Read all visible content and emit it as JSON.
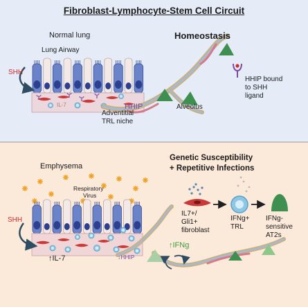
{
  "title": "Fibroblast-Lymphocyte-Stem Cell Circuit",
  "top_panel": {
    "condition": "Normal lung",
    "state": "Homeostasis",
    "airway_label": "Lung Airway",
    "shh_label": "SHH",
    "il7_label": "IL-7",
    "hhip_label": "HHIP",
    "niche_label_line1": "Adventitial",
    "niche_label_line2": "TRL niche",
    "alveolus_label": "Alveolus",
    "legend_line1": "HHIP bound",
    "legend_line2": "to SHH",
    "legend_line3": "ligand"
  },
  "bottom_panel": {
    "condition": "Emphysema",
    "state_line1": "Genetic Susceptibility",
    "state_line2": "+ Repetitive Infections",
    "virus_line1": "Respiratory",
    "virus_line2": "Virus",
    "shh_label": "SHH",
    "il7_label": "↑IL-7",
    "hhip_label": "↓HHIP",
    "ifng_label": "↑IFNg",
    "flow": [
      {
        "line1": "IL7+/",
        "line2": "Gli1+",
        "line3": "fibroblast"
      },
      {
        "line1": "IFNg+",
        "line2": "TRL",
        "line3": ""
      },
      {
        "line1": "IFNg-",
        "line2": "sensitive",
        "line3": "AT2s"
      }
    ]
  },
  "colors": {
    "top_background": "#e5ecf7",
    "bottom_background": "#fbe9da",
    "epithelium": "#6b84c9",
    "nucleus": "#2d3f8f",
    "fibroblast": "#c93a3a",
    "lymphocyte": "#8ec7e6",
    "at2_cell": "#3f8f50",
    "shh_red": "#d22b2b",
    "hhip_purple": "#7b4aa0",
    "ifng_green": "#3c9b3c",
    "virus_orange": "#f0a020"
  }
}
